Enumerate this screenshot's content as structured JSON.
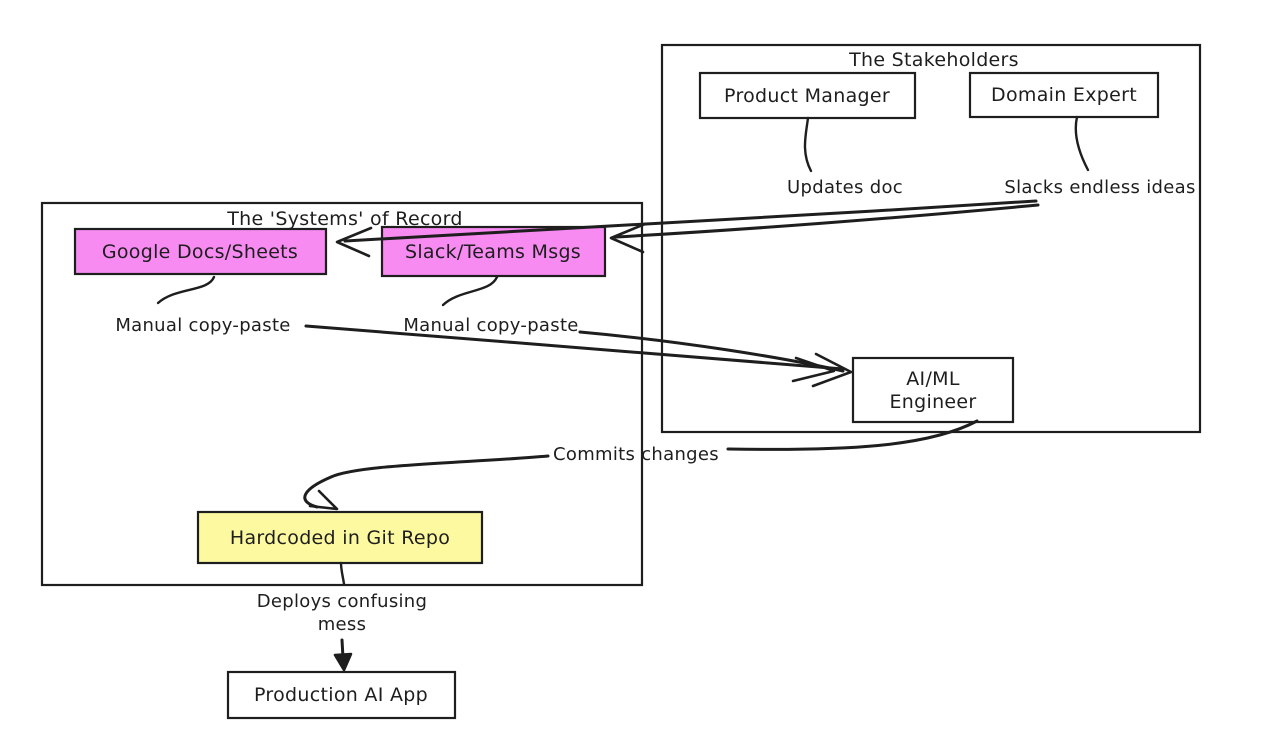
{
  "colors": {
    "stroke": "#1e1e1e",
    "pink": "#f78bf2",
    "yellow": "#fdf9a0",
    "background": "#ffffff"
  },
  "containers": {
    "stakeholders": {
      "title": "The Stakeholders"
    },
    "systems": {
      "title": "The 'Systems' of Record"
    }
  },
  "nodes": {
    "product_manager": {
      "label": "Product Manager"
    },
    "domain_expert": {
      "label": "Domain Expert"
    },
    "google_docs": {
      "label": "Google Docs/Sheets"
    },
    "slack_teams": {
      "label": "Slack/Teams Msgs"
    },
    "ai_ml_engineer": {
      "line1": "AI/ML",
      "line2": "Engineer"
    },
    "hardcoded_git": {
      "label": "Hardcoded in Git Repo"
    },
    "production_app": {
      "label": "Production AI App"
    }
  },
  "edge_labels": {
    "updates_doc": "Updates doc",
    "slacks_ideas": "Slacks endless ideas",
    "manual_copy_paste_left": "Manual copy-paste",
    "manual_copy_paste_right": "Manual copy-paste",
    "commits_changes": "Commits changes",
    "deploys_line1": "Deploys confusing",
    "deploys_line2": "mess"
  }
}
